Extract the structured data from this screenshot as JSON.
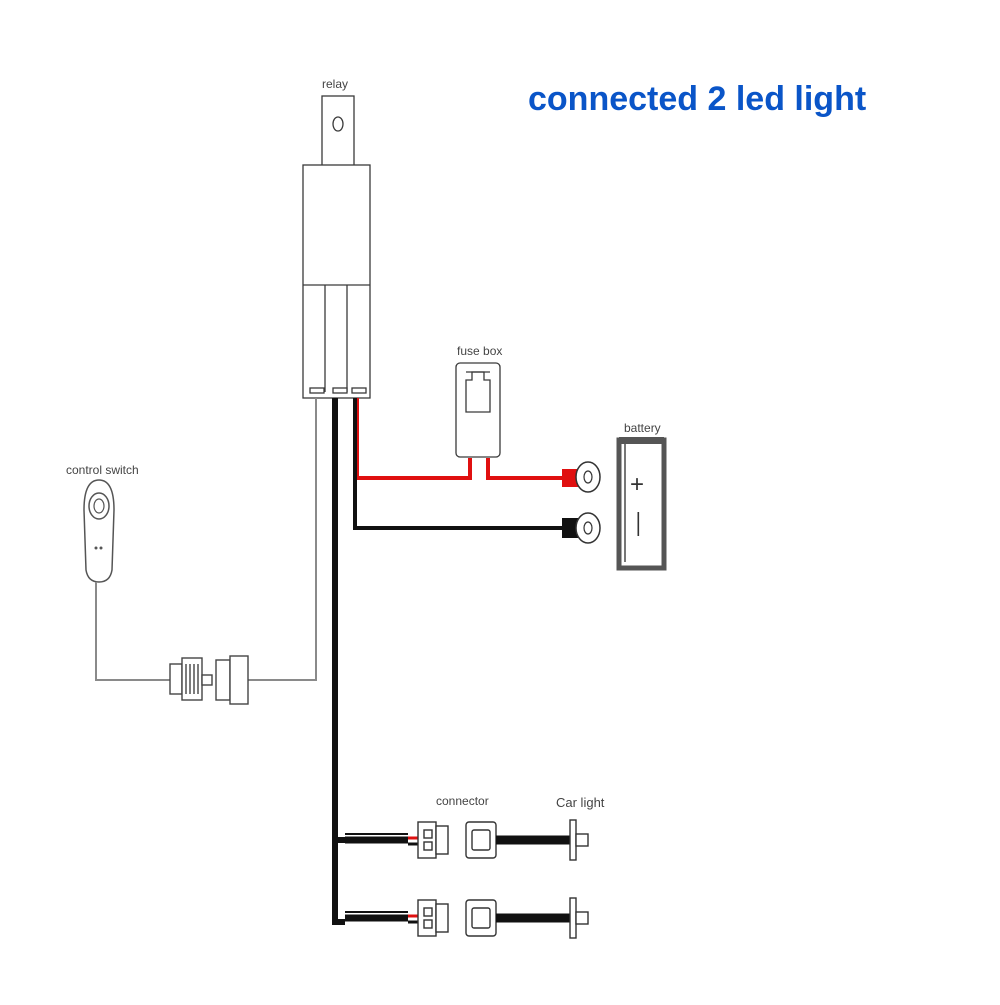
{
  "title": "connected 2 led light",
  "labels": {
    "relay": "relay",
    "fuse_box": "fuse box",
    "battery": "battery",
    "control_switch": "control switch",
    "connector": "connector",
    "car_light": "Car light"
  },
  "battery_terminals": {
    "positive": "+",
    "negative": "—"
  },
  "colors": {
    "title": "#0a55c8",
    "outline": "#3a3a3a",
    "wire_red": "#e01010",
    "wire_black": "#111111",
    "wire_thin": "#8a8a8a",
    "battery_body": "#555555"
  }
}
